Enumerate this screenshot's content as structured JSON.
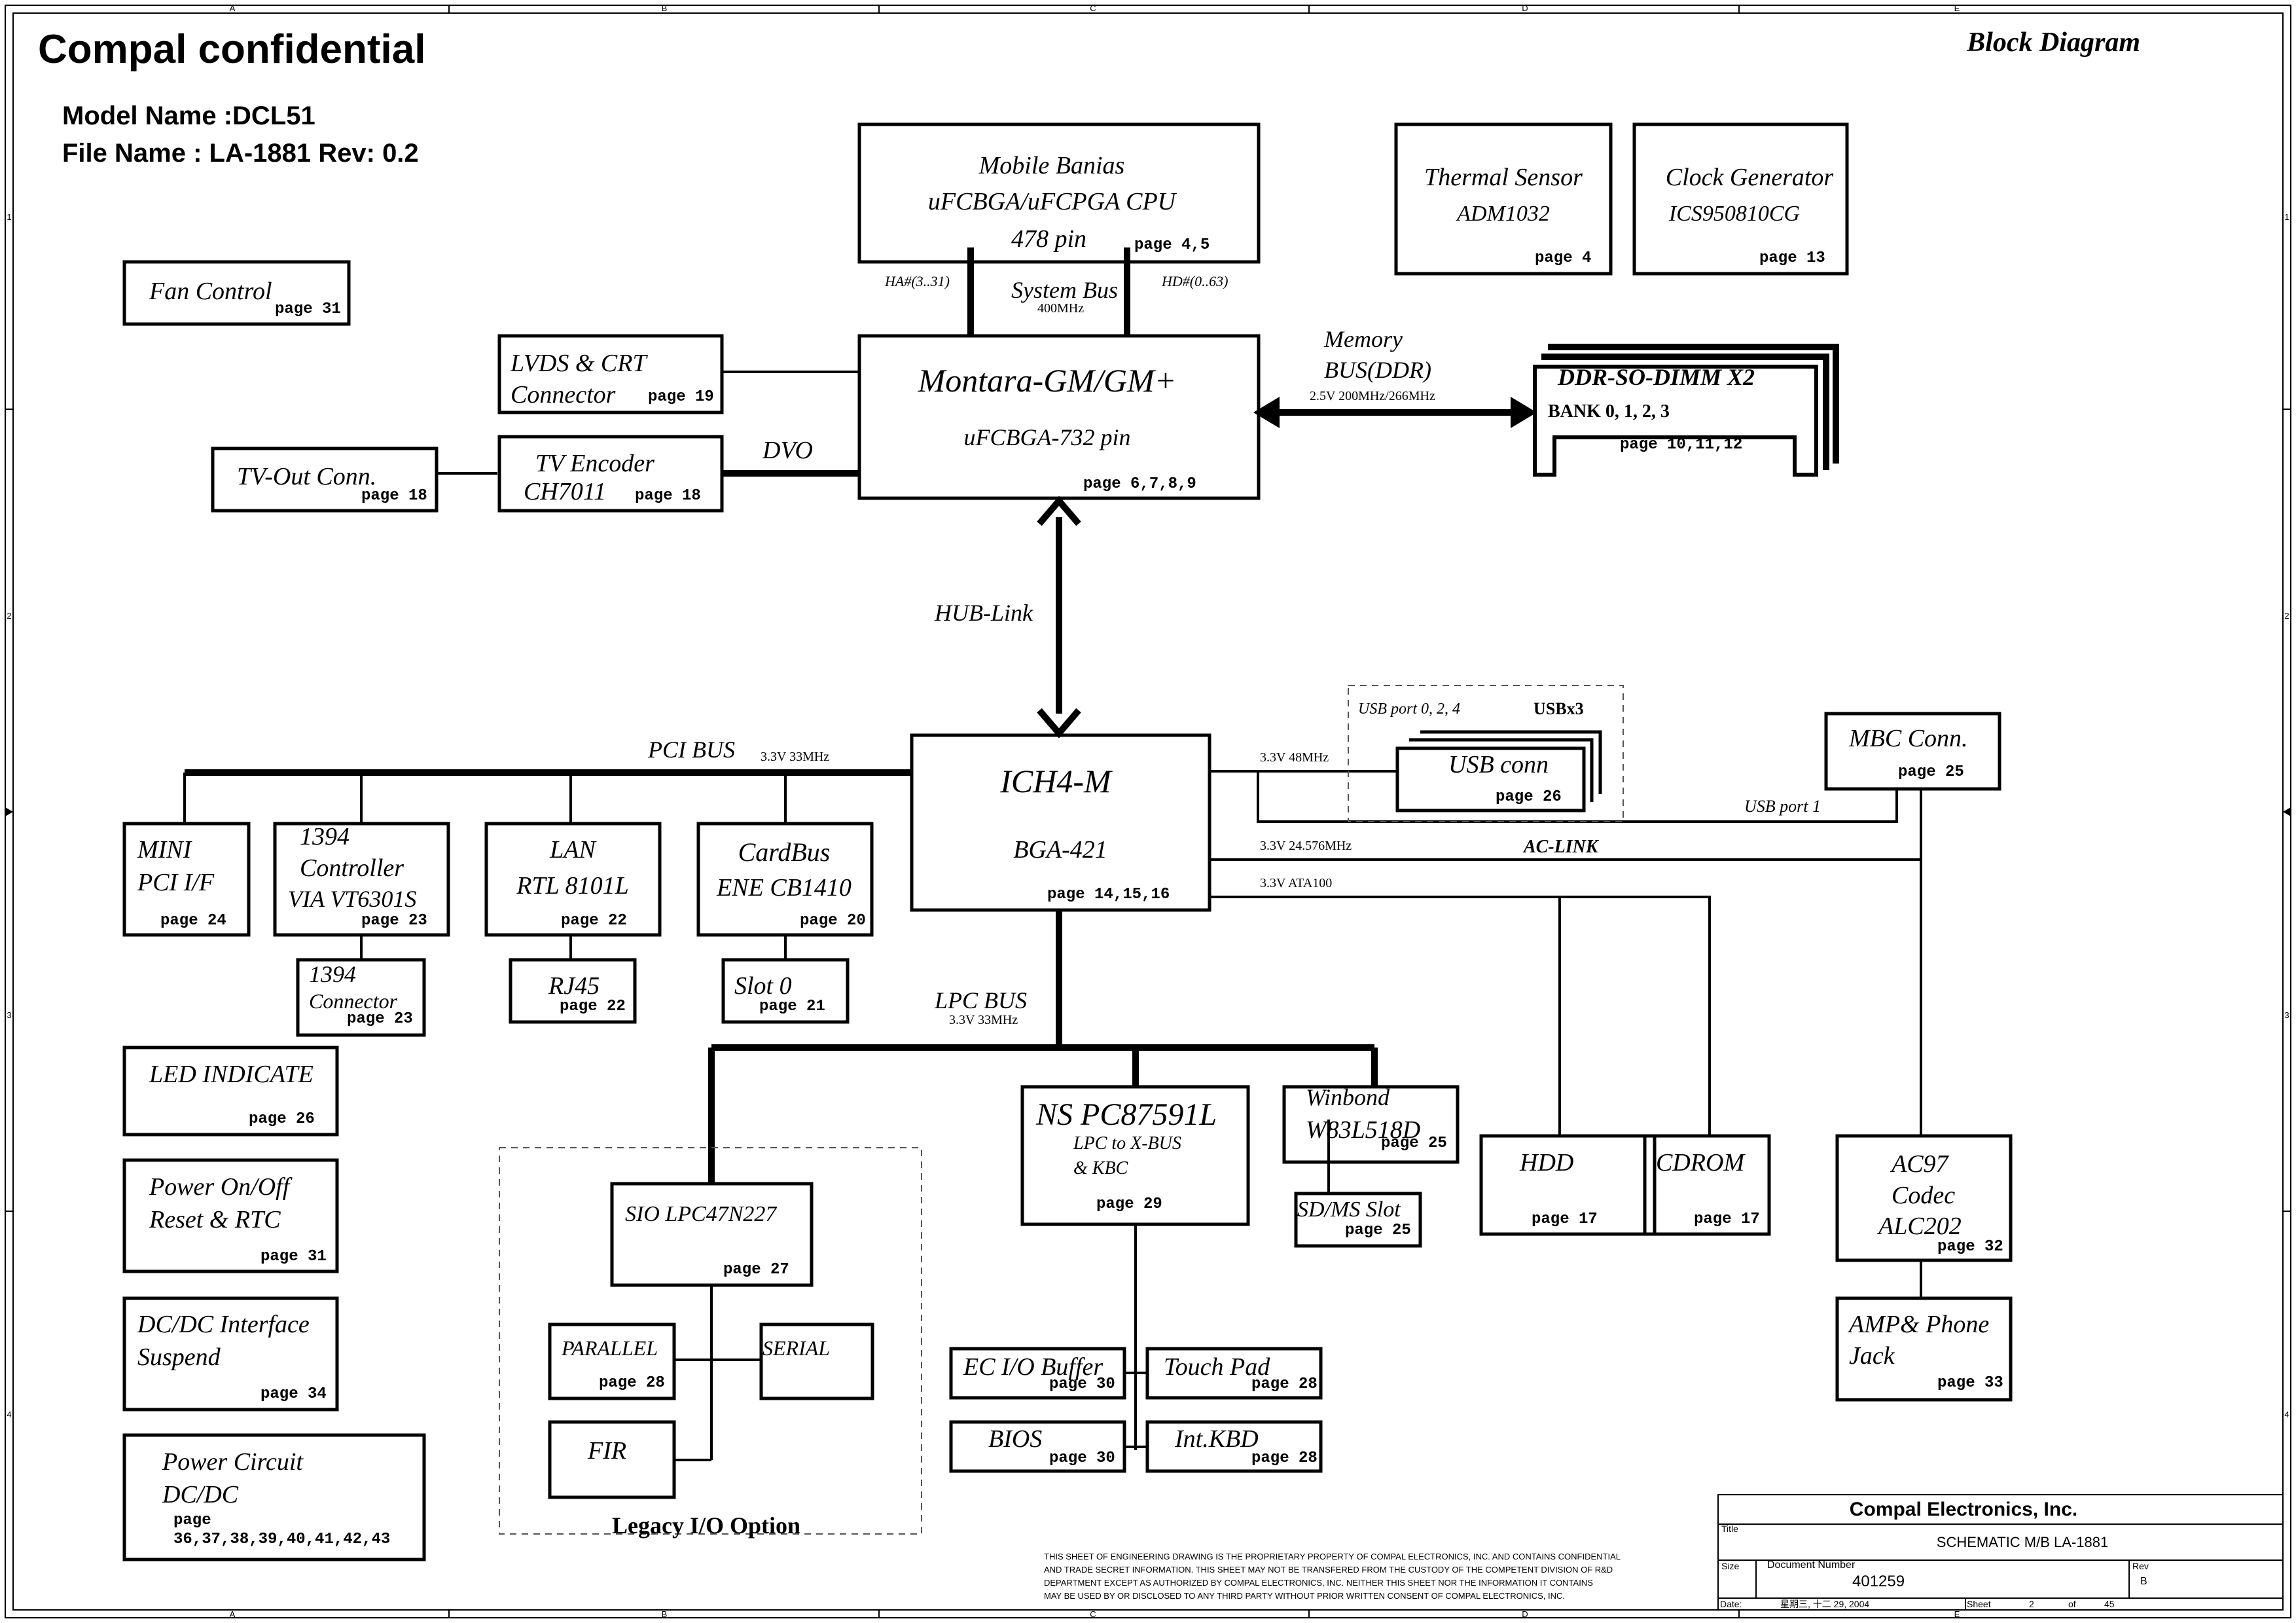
{
  "header": {
    "company": "Compal confidential",
    "model_name": "Model Name :DCL51",
    "file_name": "File Name : LA-1881 Rev: 0.2",
    "sheet_title": "Block Diagram"
  },
  "frame": {
    "col_labels": [
      "A",
      "B",
      "C",
      "D",
      "E"
    ],
    "row_labels": [
      "1",
      "2",
      "3",
      "4"
    ]
  },
  "blocks": {
    "cpu": {
      "line1": "Mobile Banias",
      "line2": "uFCBGA/uFCPGA CPU",
      "line3": "478 pin",
      "page": "page 4,5"
    },
    "thermal": {
      "line1": "Thermal Sensor",
      "line2": "ADM1032",
      "page": "page 4"
    },
    "clock": {
      "line1": "Clock Generator",
      "line2": "ICS950810CG",
      "page": "page 13"
    },
    "fan": {
      "line1": "Fan Control",
      "page": "page 31"
    },
    "lvds": {
      "line1": "LVDS & CRT",
      "line2": "Connector",
      "page": "page 19"
    },
    "tvout": {
      "line1": "TV-Out Conn.",
      "page": "page 18"
    },
    "tvenc": {
      "line1": "TV Encoder",
      "line2": "CH7011",
      "page": "page 18"
    },
    "gmch": {
      "line1": "Montara-GM/GM+",
      "line2": "uFCBGA-732 pin",
      "page": "page 6,7,8,9"
    },
    "ddr": {
      "line1": "DDR-SO-DIMM X2",
      "line2": "BANK 0, 1, 2, 3",
      "page": "page 10,11,12"
    },
    "ich": {
      "line1": "ICH4-M",
      "line2": "BGA-421",
      "page": "page 14,15,16"
    },
    "usbconn": {
      "line1": "USB conn",
      "page": "page 26"
    },
    "mbc": {
      "line1": "MBC Conn.",
      "page": "page 25"
    },
    "minipci": {
      "line1": "MINI",
      "line2": "PCI I/F",
      "page": "page 24"
    },
    "ctl1394": {
      "line1": "1394",
      "line2": "Controller",
      "line3": "VIA VT6301S",
      "page": "page 23"
    },
    "lan": {
      "line1": "LAN",
      "line2": "RTL 8101L",
      "page": "page 22"
    },
    "cardbus": {
      "line1": "CardBus",
      "line2": "ENE CB1410",
      "page": "page 20"
    },
    "conn1394": {
      "line1": "1394",
      "line2": "Connector",
      "page": "page 23"
    },
    "rj45": {
      "line1": "RJ45",
      "page": "page 22"
    },
    "slot0": {
      "line1": "Slot 0",
      "page": "page 21"
    },
    "led": {
      "line1": "LED INDICATE",
      "page": "page 26"
    },
    "power_on": {
      "line1": "Power On/Off",
      "line2": "Reset & RTC",
      "page": "page 31"
    },
    "dcdc_if": {
      "line1": "DC/DC Interface",
      "line2": "Suspend",
      "page": "page 34"
    },
    "power_circuit": {
      "line1": "Power Circuit",
      "line2": "DC/DC",
      "page_label": "page",
      "page": "36,37,38,39,40,41,42,43"
    },
    "sio": {
      "line1": "SIO LPC47N227",
      "page": "page 27"
    },
    "parallel": {
      "line1": "PARALLEL",
      "page": "page 28"
    },
    "serial": {
      "line1": "SERIAL"
    },
    "fir": {
      "line1": "FIR"
    },
    "nspc": {
      "line1": "NS PC87591L",
      "line2": "LPC to X-BUS",
      "line3": "& KBC",
      "page": "page 29"
    },
    "winbond": {
      "line1": "Winbond",
      "line2": "W83L518D",
      "page": "page 25"
    },
    "sdms": {
      "line1": "SD/MS Slot",
      "page": "page 25"
    },
    "hdd": {
      "line1": "HDD",
      "page": "page 17"
    },
    "cdrom": {
      "line1": "CDROM",
      "page": "page 17"
    },
    "ac97": {
      "line1": "AC97",
      "line2": "Codec",
      "line3": "ALC202",
      "page": "page 32"
    },
    "amp": {
      "line1": "AMP& Phone",
      "line2": "Jack",
      "page": "page 33"
    },
    "ecio": {
      "line1": "EC I/O Buffer",
      "page": "page 30"
    },
    "touchpad": {
      "line1": "Touch Pad",
      "page": "page 28"
    },
    "bios": {
      "line1": "BIOS",
      "page": "page 30"
    },
    "kbd": {
      "line1": "Int.KBD",
      "page": "page 28"
    }
  },
  "buses": {
    "ha": "HA#(3..31)",
    "hd": "HD#(0..63)",
    "system_bus": "System Bus",
    "system_bus_speed": "400MHz",
    "memory_bus_1": "Memory",
    "memory_bus_2": "BUS(DDR)",
    "memory_speed": "2.5V 200MHz/266MHz",
    "dvo": "DVO",
    "hub_link": "HUB-Link",
    "pci_bus": "PCI BUS",
    "pci_speed": "3.3V 33MHz",
    "usb_speed": "3.3V 48MHz",
    "usb_ports": "USB port 0, 2, 4",
    "usbx3": "USBx3",
    "usb_port1": "USB port 1",
    "ac_speed": "3.3V 24.576MHz",
    "ac_link": "AC-LINK",
    "ata": "3.3V ATA100",
    "lpc_bus": "LPC BUS",
    "lpc_speed": "3.3V 33MHz",
    "legacy": "Legacy I/O  Option"
  },
  "title_block": {
    "company": "Compal Electronics, Inc.",
    "title_label": "Title",
    "title": "SCHEMATIC M/B LA-1881",
    "size_label": "Size",
    "doc_label": "Document Number",
    "doc_number": "401259",
    "rev_label": "Rev",
    "rev": "B",
    "date_label": "Date:",
    "date": "星期三, 十二  29, 2004",
    "sheet_label": "Sheet",
    "sheet": "2",
    "of_label": "of",
    "total": "45",
    "disclaimer": [
      "THIS SHEET OF ENGINEERING DRAWING IS THE PROPRIETARY PROPERTY OF COMPAL ELECTRONICS, INC. AND CONTAINS CONFIDENTIAL",
      "AND TRADE SECRET INFORMATION. THIS SHEET MAY NOT BE TRANSFERED FROM THE CUSTODY OF THE COMPETENT DIVISION OF R&D",
      "DEPARTMENT EXCEPT AS AUTHORIZED BY COMPAL ELECTRONICS, INC. NEITHER THIS SHEET NOR THE INFORMATION IT CONTAINS",
      "MAY BE USED BY OR DISCLOSED TO ANY THIRD PARTY WITHOUT PRIOR WRITTEN CONSENT OF COMPAL ELECTRONICS, INC."
    ]
  }
}
